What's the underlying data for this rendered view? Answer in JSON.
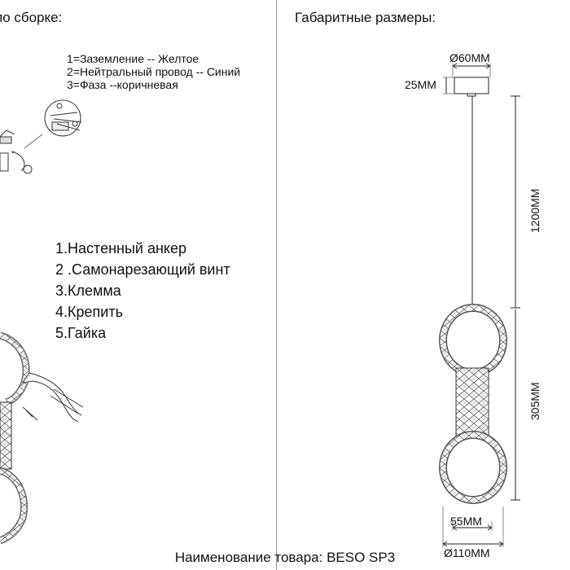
{
  "left_panel": {
    "title": "по сборке:",
    "wiring_legend": [
      "1=Заземление -- Желтое",
      "2=Нейтральный провод -- Синий",
      "3=Фаза --коричневая"
    ],
    "parts_list": [
      "1.Настенный анкер",
      "2 .Самонарезающий винт",
      "3.Клемма",
      "4.Крепить",
      "5.Гайка"
    ]
  },
  "right_panel": {
    "title": "Габаритные размеры:",
    "dimensions": {
      "canopy_diameter": "Ø60MM",
      "canopy_height": "25MM",
      "cable_length": "1200MM",
      "body_height": "305MM",
      "center_width": "55MM",
      "ring_diameter": "Ø110MM"
    }
  },
  "footer": {
    "product_name": "Наименование товара: BESO SP3"
  }
}
